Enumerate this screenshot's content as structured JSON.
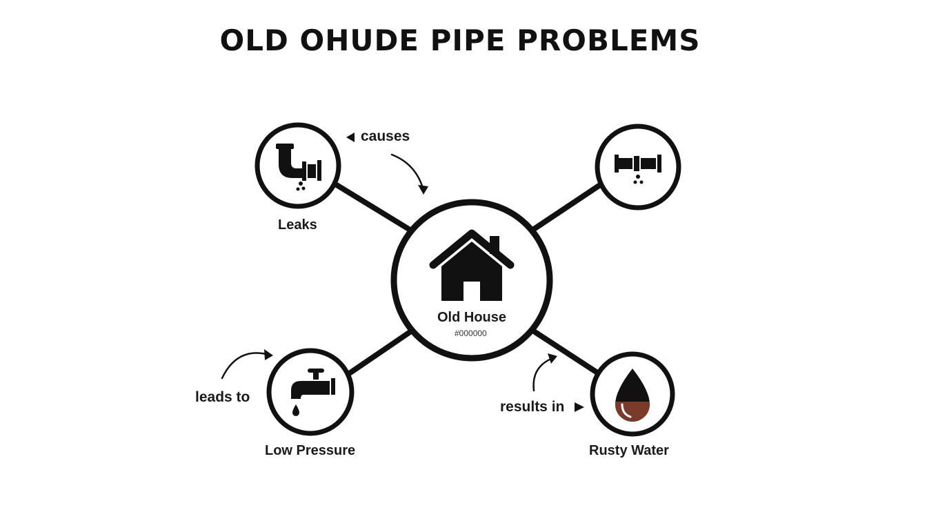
{
  "title": "OLD OHUDE PIPE PROBLEMS",
  "center": {
    "label": "Old House",
    "sublabel": "#000000",
    "icon": "house-icon"
  },
  "nodes": {
    "leaks": {
      "label": "Leaks",
      "icon": "dripping-pipe-icon"
    },
    "unlabeled": {
      "icon": "leaking-pipe-joint-icon"
    },
    "low_pressure": {
      "label": "Low Pressure",
      "icon": "faucet-icon"
    },
    "rusty_water": {
      "label": "Rusty Water",
      "icon": "water-drop-icon"
    }
  },
  "relations": {
    "causes": "causes",
    "leads_to": "leads to",
    "results_in": "results in"
  },
  "colors": {
    "stroke": "#111111",
    "rust": "#7a3b2a",
    "background": "#ffffff"
  }
}
